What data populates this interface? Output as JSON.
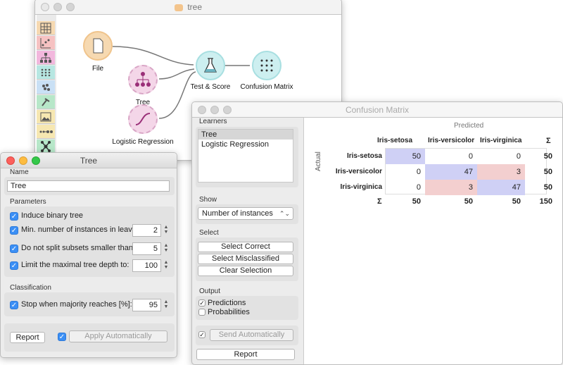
{
  "canvas": {
    "title": "tree",
    "nodes": [
      {
        "label": "File",
        "icon": "file-icon"
      },
      {
        "label": "Tree",
        "icon": "tree-icon"
      },
      {
        "label": "Logistic Regression",
        "icon": "logistic-regression-icon"
      },
      {
        "label": "Test & Score",
        "icon": "test-score-icon"
      },
      {
        "label": "Confusion Matrix",
        "icon": "confusion-matrix-icon"
      }
    ],
    "toolbox_colors": [
      "#f6d9b1",
      "#f6c2c2",
      "#f2b7dd",
      "#b7e7e2",
      "#c9e0f5",
      "#b7e7c9",
      "#f6e7b1",
      "#f6e7b1",
      "#b7e7c9"
    ]
  },
  "tree_window": {
    "title": "Tree",
    "name_label": "Name",
    "name_value": "Tree",
    "parameters_label": "Parameters",
    "induce_binary": "Induce binary tree",
    "min_instances_label": "Min. number of instances in leaves:",
    "min_instances_value": "2",
    "no_split_label": "Do not split subsets smaller than:",
    "no_split_value": "5",
    "max_depth_label": "Limit the maximal tree depth to:",
    "max_depth_value": "100",
    "classification_label": "Classification",
    "majority_label": "Stop when majority reaches [%]:",
    "majority_value": "95",
    "report_button": "Report",
    "apply_button": "Apply Automatically"
  },
  "cm_window": {
    "title": "Confusion Matrix",
    "learners_label": "Learners",
    "learners": [
      "Tree",
      "Logistic Regression"
    ],
    "show_label": "Show",
    "show_value": "Number of instances",
    "select_label": "Select",
    "select_correct": "Select Correct",
    "select_misclassified": "Select Misclassified",
    "clear_selection": "Clear Selection",
    "output_label": "Output",
    "predictions": "Predictions",
    "probabilities": "Probabilities",
    "send_auto": "Send Automatically",
    "report_button": "Report",
    "predicted_label": "Predicted",
    "actual_label": "Actual",
    "sum_symbol": "Σ",
    "columns": [
      "Iris-setosa",
      "Iris-versicolor",
      "Iris-virginica"
    ],
    "rows": [
      {
        "label": "Iris-setosa",
        "values": [
          "50",
          "0",
          "0"
        ],
        "sum": "50"
      },
      {
        "label": "Iris-versicolor",
        "values": [
          "0",
          "47",
          "3"
        ],
        "sum": "50"
      },
      {
        "label": "Iris-virginica",
        "values": [
          "0",
          "3",
          "47"
        ],
        "sum": "50"
      }
    ],
    "col_sums": [
      "50",
      "50",
      "50"
    ],
    "total": "150",
    "correct_color": "#cfd0f5",
    "error_color": "#f3cfcf"
  }
}
